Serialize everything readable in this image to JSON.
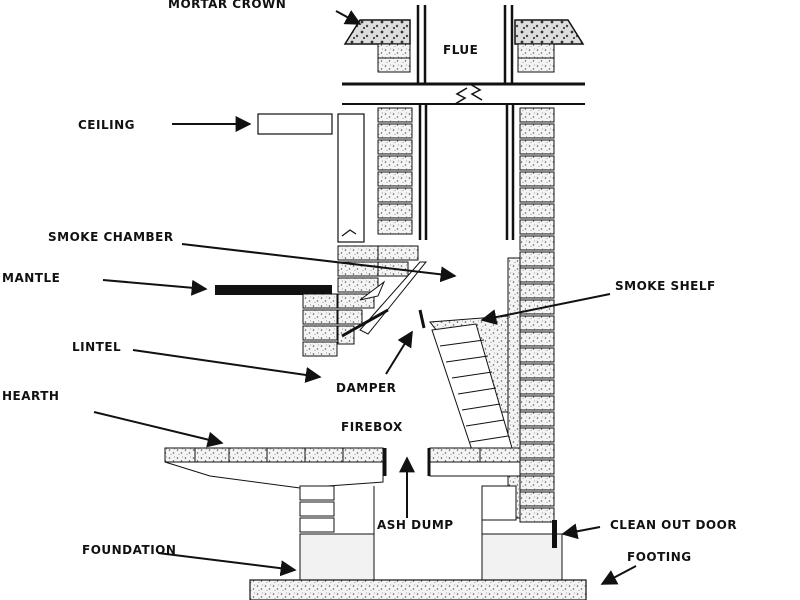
{
  "labels": {
    "mortar_crown": "MORTAR CROWN",
    "flue": "FLUE",
    "ceiling": "CEILING",
    "smoke_chamber": "SMOKE CHAMBER",
    "mantle": "MANTLE",
    "smoke_shelf": "SMOKE SHELF",
    "lintel": "LINTEL",
    "damper": "DAMPER",
    "hearth": "HEARTH",
    "firebox": "FIREBOX",
    "ash_dump": "ASH DUMP",
    "clean_out_door": "CLEAN OUT DOOR",
    "foundation": "FOUNDATION",
    "footing": "FOOTING"
  },
  "colors": {
    "line": "#111111",
    "brick_fill": "#ffffff",
    "masonry_fill": "#e9e9e9",
    "speckle": "#555555"
  }
}
